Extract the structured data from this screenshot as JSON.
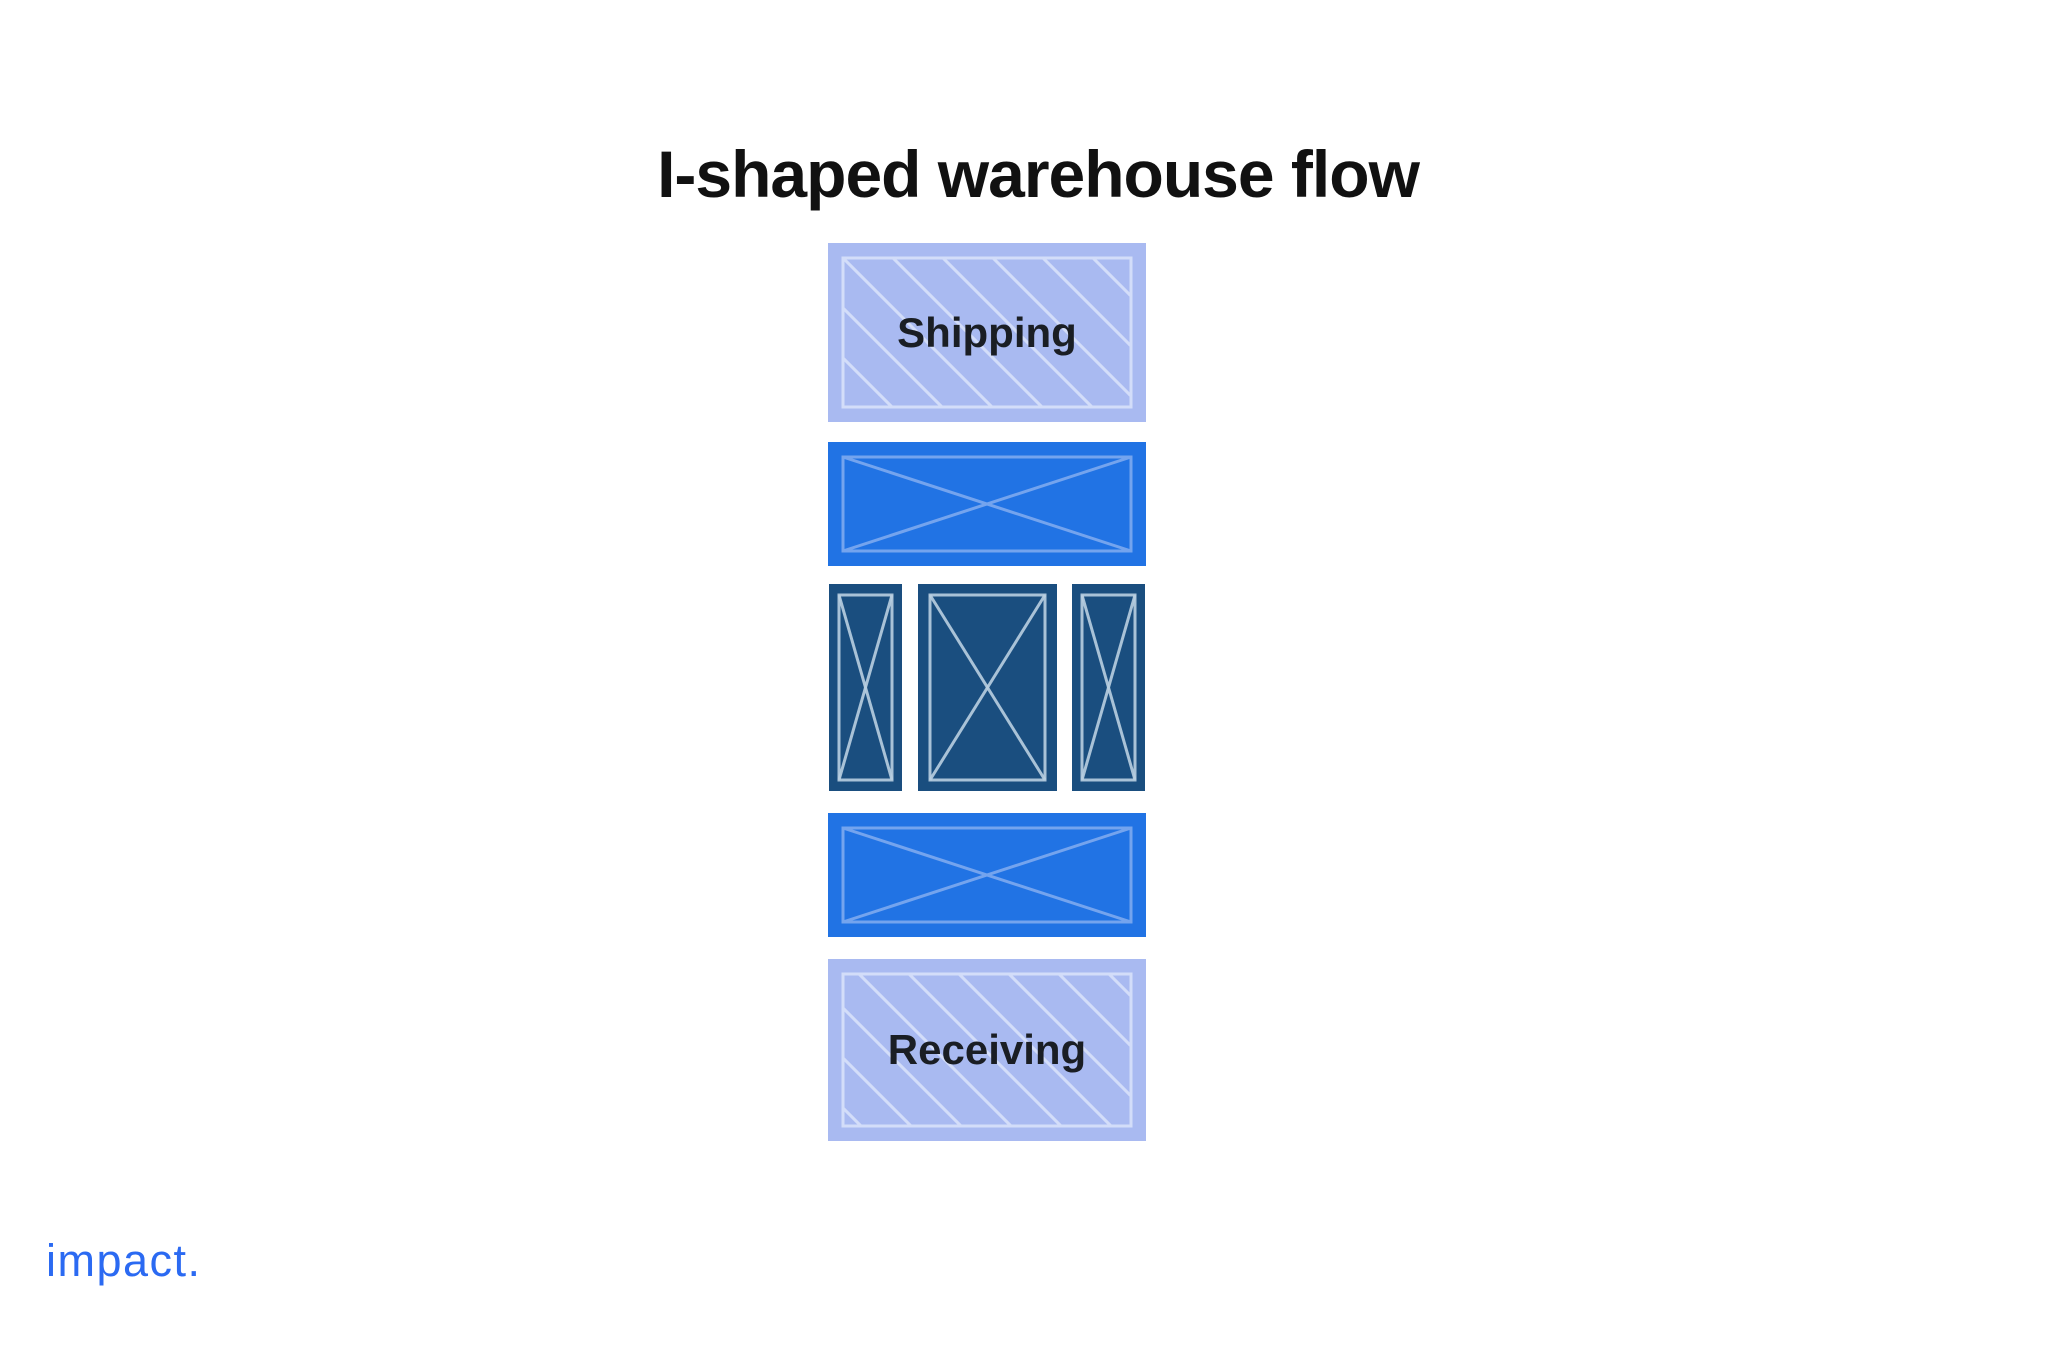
{
  "title": {
    "text": "I-shaped warehouse flow"
  },
  "diagram": {
    "flow_shape": "I-shaped",
    "zones": [
      {
        "id": "shipping",
        "label": "Shipping",
        "pattern": "diagonal-hatch",
        "tone": "light"
      },
      {
        "id": "upper-staging",
        "label": "",
        "pattern": "cross",
        "tone": "medium"
      },
      {
        "id": "storage-rack-left",
        "label": "",
        "pattern": "cross",
        "tone": "dark"
      },
      {
        "id": "storage-rack-center",
        "label": "",
        "pattern": "cross",
        "tone": "dark"
      },
      {
        "id": "storage-rack-right",
        "label": "",
        "pattern": "cross",
        "tone": "dark"
      },
      {
        "id": "lower-staging",
        "label": "",
        "pattern": "cross",
        "tone": "medium"
      },
      {
        "id": "receiving",
        "label": "Receiving",
        "pattern": "diagonal-hatch",
        "tone": "light"
      }
    ]
  },
  "footer": {
    "logo_text": "impact."
  },
  "colors": {
    "background": "#ffffff",
    "title-color": "#111111",
    "label-color": "#1a1e24",
    "light-fill": "#a9baf1",
    "light-stroke": "#d3ddf9",
    "medium-fill": "#2173e4",
    "medium-stroke": "#74a4ee",
    "dark-fill": "#1a4e7f",
    "dark-stroke": "#b9cfe1",
    "logo-color": "#2b6af2"
  }
}
